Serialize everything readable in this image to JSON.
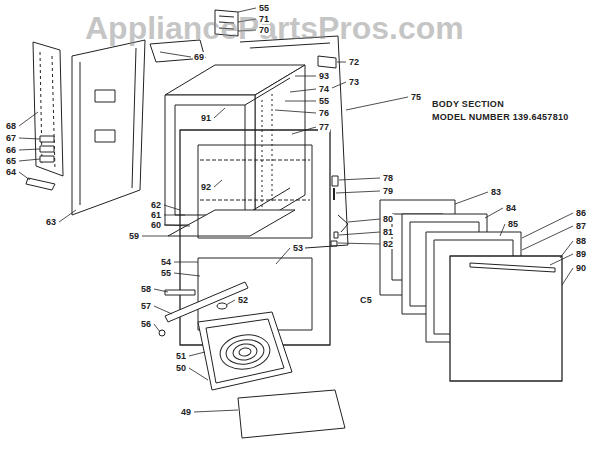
{
  "diagram": {
    "title": "BODY SECTION",
    "labels": [
      "AppliancePartsPros.com",
      "MODEL NUMBER 139.6457810",
      "C5",
      "55",
      "71",
      "70",
      "69",
      "72",
      "73",
      "93",
      "74",
      "55",
      "76",
      "77",
      "75",
      "91",
      "92",
      "68",
      "67",
      "66",
      "65",
      "64",
      "63",
      "62",
      "61",
      "60",
      "59",
      "78",
      "79",
      "80",
      "81",
      "82",
      "83",
      "84",
      "85",
      "86",
      "87",
      "88",
      "89",
      "90",
      "53",
      "54",
      "55",
      "52",
      "58",
      "57",
      "56",
      "51",
      "50",
      "49"
    ]
  }
}
